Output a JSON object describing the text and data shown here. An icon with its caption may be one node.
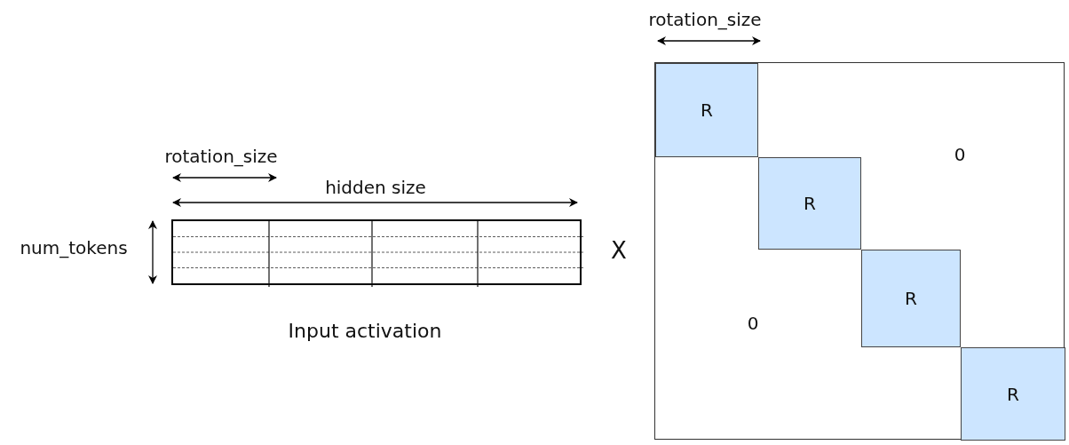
{
  "diagram": {
    "nodes": [
      {
        "text": [],
        "shape": "box",
        "beside": [
          "Input activation"
        ]
      },
      {
        "text": [
          "0",
          "0"
        ]
      },
      {
        "text": [
          "R"
        ],
        "in": 1
      },
      {
        "text": [
          "R"
        ],
        "in": 1
      },
      {
        "text": [
          "R"
        ],
        "in": 1
      },
      {
        "text": [
          "R"
        ],
        "in": 1
      }
    ],
    "edges": [],
    "labels": [
      "rotation_size",
      "rotation_size",
      "hidden size",
      "num_tokens",
      "X"
    ]
  }
}
